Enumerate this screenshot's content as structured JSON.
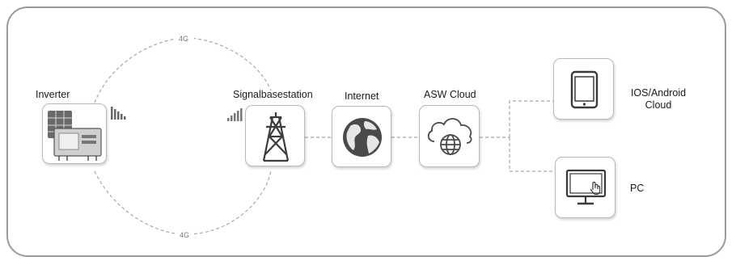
{
  "nodes": {
    "inverter": "Inverter",
    "base_station": "Signalbasestation",
    "internet": "Internet",
    "cloud": "ASW Cloud",
    "mobile": "IOS/Android\nCloud",
    "pc": "PC"
  },
  "links": {
    "upper_4g": "4G",
    "lower_4g": "4G"
  },
  "icons": [
    "solar-panel-icon",
    "inverter-icon",
    "signal-bars-icon",
    "tower-icon",
    "globe-icon",
    "cloud-network-icon",
    "tablet-icon",
    "monitor-touch-icon"
  ],
  "colors": {
    "line": "#a8a8a8",
    "icon_dark": "#505050",
    "border": "#9a9a9a"
  }
}
